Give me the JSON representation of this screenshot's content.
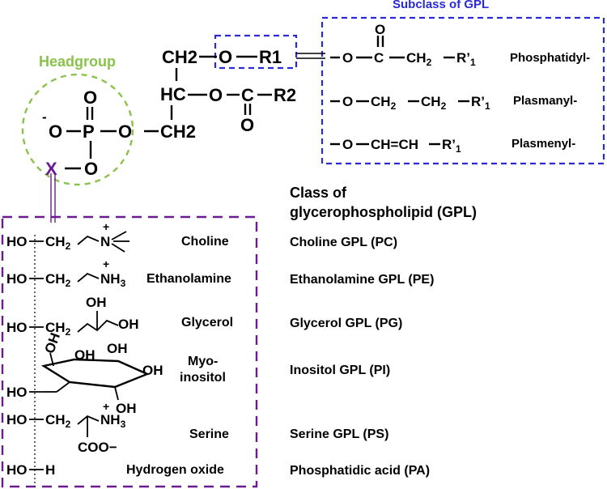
{
  "labels": {
    "subclass_title": "Subclass of GPL",
    "headgroup_title": "Headgroup",
    "class_title_line1": "Class of",
    "class_title_line2": "glycerophospholipid (GPL)"
  },
  "backbone": {
    "ch2_top": "CH2",
    "o1": "O",
    "r1": "R1",
    "hc": "HC",
    "o2": "O",
    "c2": "C",
    "r2": "R2",
    "o_carbonyl_top": "O",
    "o_carbonyl_bottom": "O",
    "ch2_bottom": "CH2",
    "o_phos_top": "O",
    "p": "P",
    "o_minus": "O",
    "o_link": "O",
    "x": "X",
    "o_x": "O",
    "minus_sign": "-"
  },
  "subclasses": [
    {
      "formula": "–O–C–CH2–R'1",
      "name": "Phosphatidyl-"
    },
    {
      "formula": "–O–CH2–CH2–R'1",
      "name": "Plasmanyl-"
    },
    {
      "formula": "–O–CH=CH–R'1",
      "name": "Plasmenyl-"
    }
  ],
  "headgroups": [
    {
      "name": "Choline",
      "class": "Choline GPL (PC)"
    },
    {
      "name": "Ethanolamine",
      "class": "Ethanolamine GPL (PE)"
    },
    {
      "name": "Glycerol",
      "class": "Glycerol GPL (PG)"
    },
    {
      "name": "Myo-\ninositol",
      "name_line1": "Myo-",
      "name_line2": "inositol",
      "class": "Inositol GPL (PI)"
    },
    {
      "name": "Serine",
      "class": "Serine GPL (PS)"
    },
    {
      "name": "Hydrogen oxide",
      "class": "Phosphatidic acid (PA)"
    }
  ],
  "structure_text": {
    "ho": "HO",
    "ch2": "CH2",
    "n_plus": "N",
    "nh3": "NH3",
    "oh": "OH",
    "coo": "COO",
    "h": "H",
    "plus": "+",
    "minus": "−"
  },
  "colors": {
    "green": "#8ac24a",
    "blue": "#2a2ad6",
    "purple": "#6a1b8f"
  }
}
